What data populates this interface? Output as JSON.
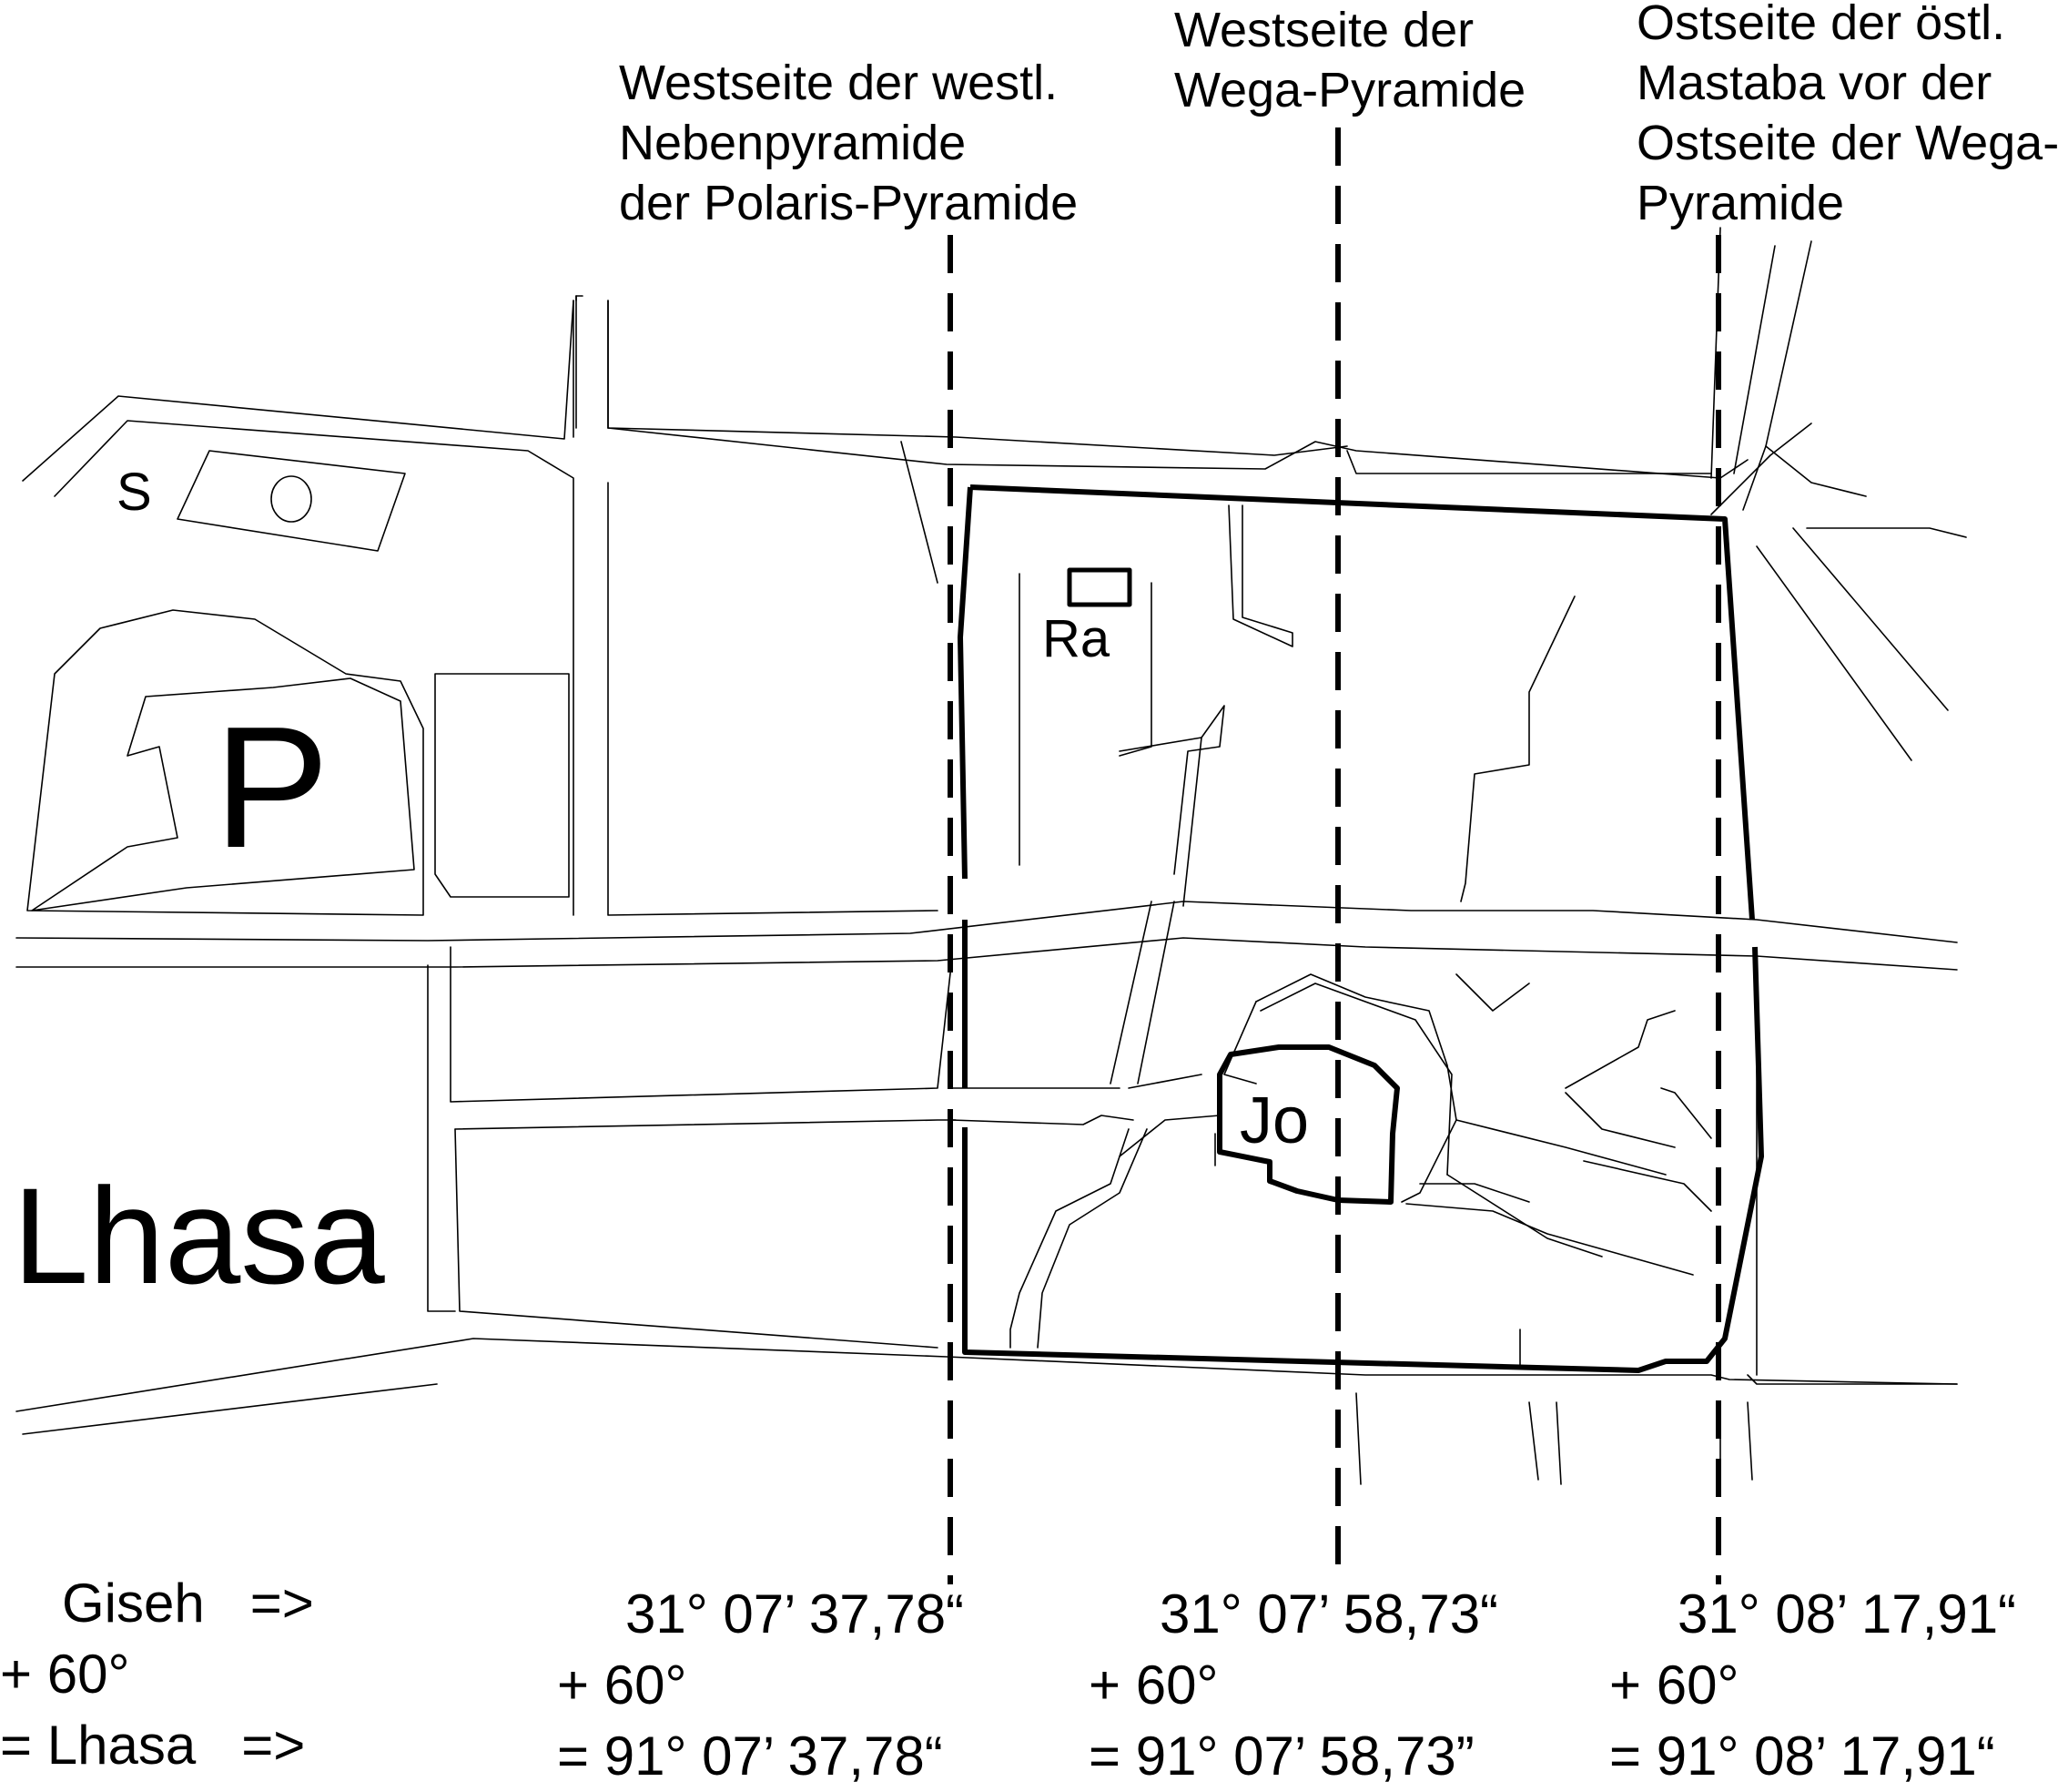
{
  "map": {
    "labels": {
      "s": "S",
      "p": "P",
      "ra": "Ra",
      "jo": "Jo",
      "lhasa": "Lhasa"
    },
    "captions": {
      "left": [
        "Westseite der westl.",
        "Nebenpyramide",
        "der Polaris-Pyramide"
      ],
      "center": [
        "Westseite der",
        "Wega-Pyramide"
      ],
      "right": [
        "Ostseite der östl.",
        "Mastaba vor der",
        "Ostseite der Wega-",
        "Pyramide"
      ]
    },
    "legend": {
      "line1": "Giseh   =>",
      "line2": "+ 60°",
      "line3": "= Lhasa   =>"
    },
    "columns": [
      {
        "giza": "31° 07’ 37,78“",
        "offset": "+ 60°",
        "lhasa": "= 91° 07’ 37,78“"
      },
      {
        "giza": "31° 07’ 58,73“",
        "offset": "+ 60°",
        "lhasa": "= 91° 07’ 58,73”"
      },
      {
        "giza": "31° 08’ 17,91“",
        "offset": "+ 60°",
        "lhasa": "= 91° 08’ 17,91“"
      }
    ]
  }
}
